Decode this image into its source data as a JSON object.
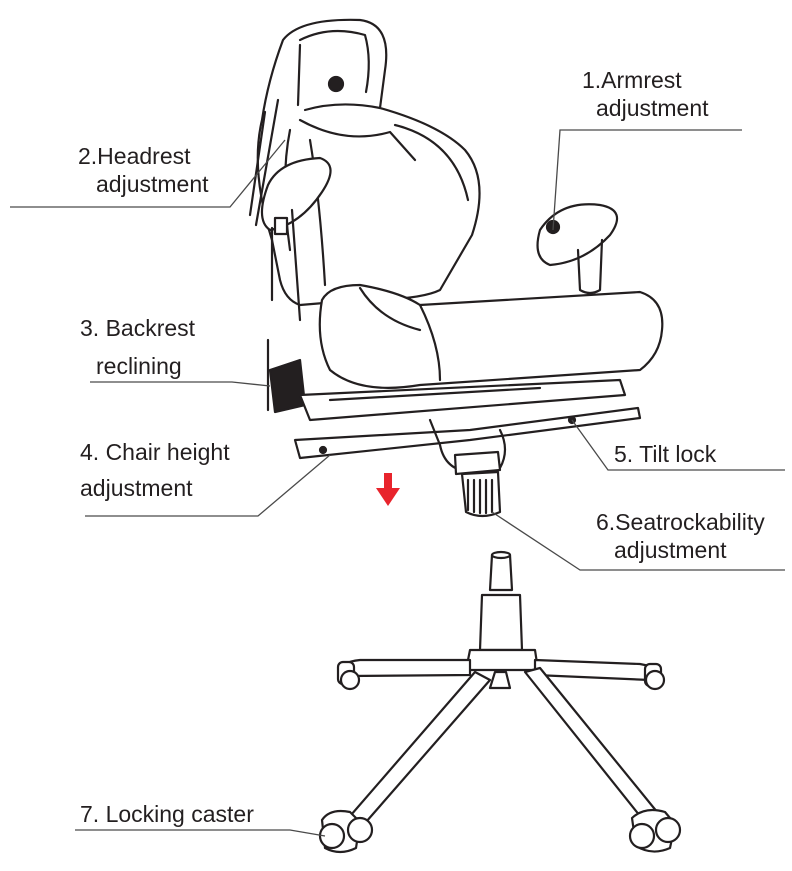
{
  "diagram": {
    "callouts": [
      {
        "line1": "1.Armrest",
        "line2": "adjustment"
      },
      {
        "line1": "2.Headrest",
        "line2": "adjustment"
      },
      {
        "line1": "3. Backrest",
        "line2": "reclining"
      },
      {
        "line1": "4.  Chair height",
        "line2": "adjustment"
      },
      {
        "line1": "5. Tilt lock",
        "line2": ""
      },
      {
        "line1": "6.Seatrockability",
        "line2": "adjustment"
      },
      {
        "line1": "7.  Locking caster",
        "line2": ""
      }
    ],
    "colors": {
      "ink": "#231f20",
      "arrow": "#e8242c",
      "leader": "#4a4a4a"
    }
  }
}
